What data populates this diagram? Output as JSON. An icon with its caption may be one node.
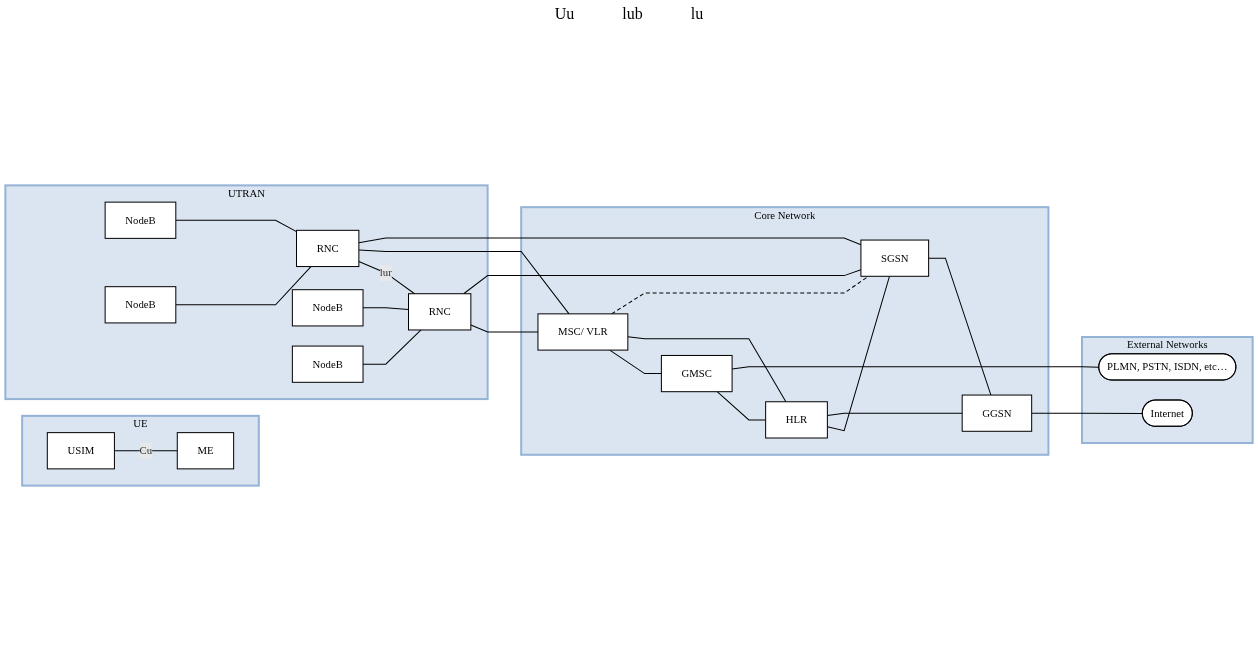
{
  "diagram": {
    "nodes": [
      {
        "text": [
          "UE"
        ]
      },
      {
        "text": [
          "USIM"
        ],
        "in": 0
      },
      {
        "text": [
          "ME"
        ],
        "in": 0
      },
      {
        "text": [
          "UTRAN"
        ]
      },
      {
        "text": [
          "NodeB"
        ],
        "in": 3
      },
      {
        "text": [
          "NodeB"
        ],
        "in": 3
      },
      {
        "text": [
          "RNC"
        ],
        "in": 3
      },
      {
        "text": [
          "NodeB"
        ],
        "in": 3
      },
      {
        "text": [
          "NodeB"
        ],
        "in": 3
      },
      {
        "text": [
          "RNC"
        ],
        "in": 3
      },
      {
        "text": [
          "Core Network"
        ]
      },
      {
        "text": [
          "MSC/ VLR"
        ],
        "in": 10
      },
      {
        "text": [
          "GMSC"
        ],
        "in": 10
      },
      {
        "text": [
          "HLR"
        ],
        "in": 10
      },
      {
        "text": [
          "SGSN"
        ],
        "in": 10
      },
      {
        "text": [
          "GGSN"
        ],
        "in": 10
      },
      {
        "text": [
          "External Networks"
        ]
      },
      {
        "text": [
          "PLMN, PSTN, ISDN, etc…"
        ],
        "in": 16
      },
      {
        "text": [
          "Internet"
        ],
        "in": 16
      }
    ],
    "edges": [
      {
        "from": 1,
        "to": 2,
        "arrow": "none",
        "label": "Cu"
      },
      {
        "from": 4,
        "to": 6,
        "arrow": "none"
      },
      {
        "from": 5,
        "to": 6,
        "arrow": "none"
      },
      {
        "from": 6,
        "to": 9,
        "arrow": "none",
        "label": "lur"
      },
      {
        "from": 7,
        "to": 9,
        "arrow": "none"
      },
      {
        "from": 8,
        "to": 9,
        "arrow": "none"
      },
      {
        "from": 6,
        "to": 11,
        "arrow": "none"
      },
      {
        "from": 6,
        "to": 14,
        "arrow": "none"
      },
      {
        "from": 9,
        "to": 11,
        "arrow": "none"
      },
      {
        "from": 9,
        "to": 14,
        "arrow": "none"
      },
      {
        "from": 11,
        "to": 12,
        "arrow": "none"
      },
      {
        "from": 11,
        "to": 13,
        "arrow": "none"
      },
      {
        "from": 11,
        "to": 14,
        "arrow": "none",
        "style": "dashed"
      },
      {
        "from": 12,
        "to": 13,
        "arrow": "none"
      },
      {
        "from": 13,
        "to": 14,
        "arrow": "none"
      },
      {
        "from": 13,
        "to": 15,
        "arrow": "none"
      },
      {
        "from": 14,
        "to": 15,
        "arrow": "none"
      },
      {
        "from": 12,
        "to": 17,
        "arrow": "none"
      },
      {
        "from": 15,
        "to": 18,
        "arrow": "none"
      }
    ],
    "labels": [
      "Uu",
      "lub",
      "lu"
    ]
  }
}
